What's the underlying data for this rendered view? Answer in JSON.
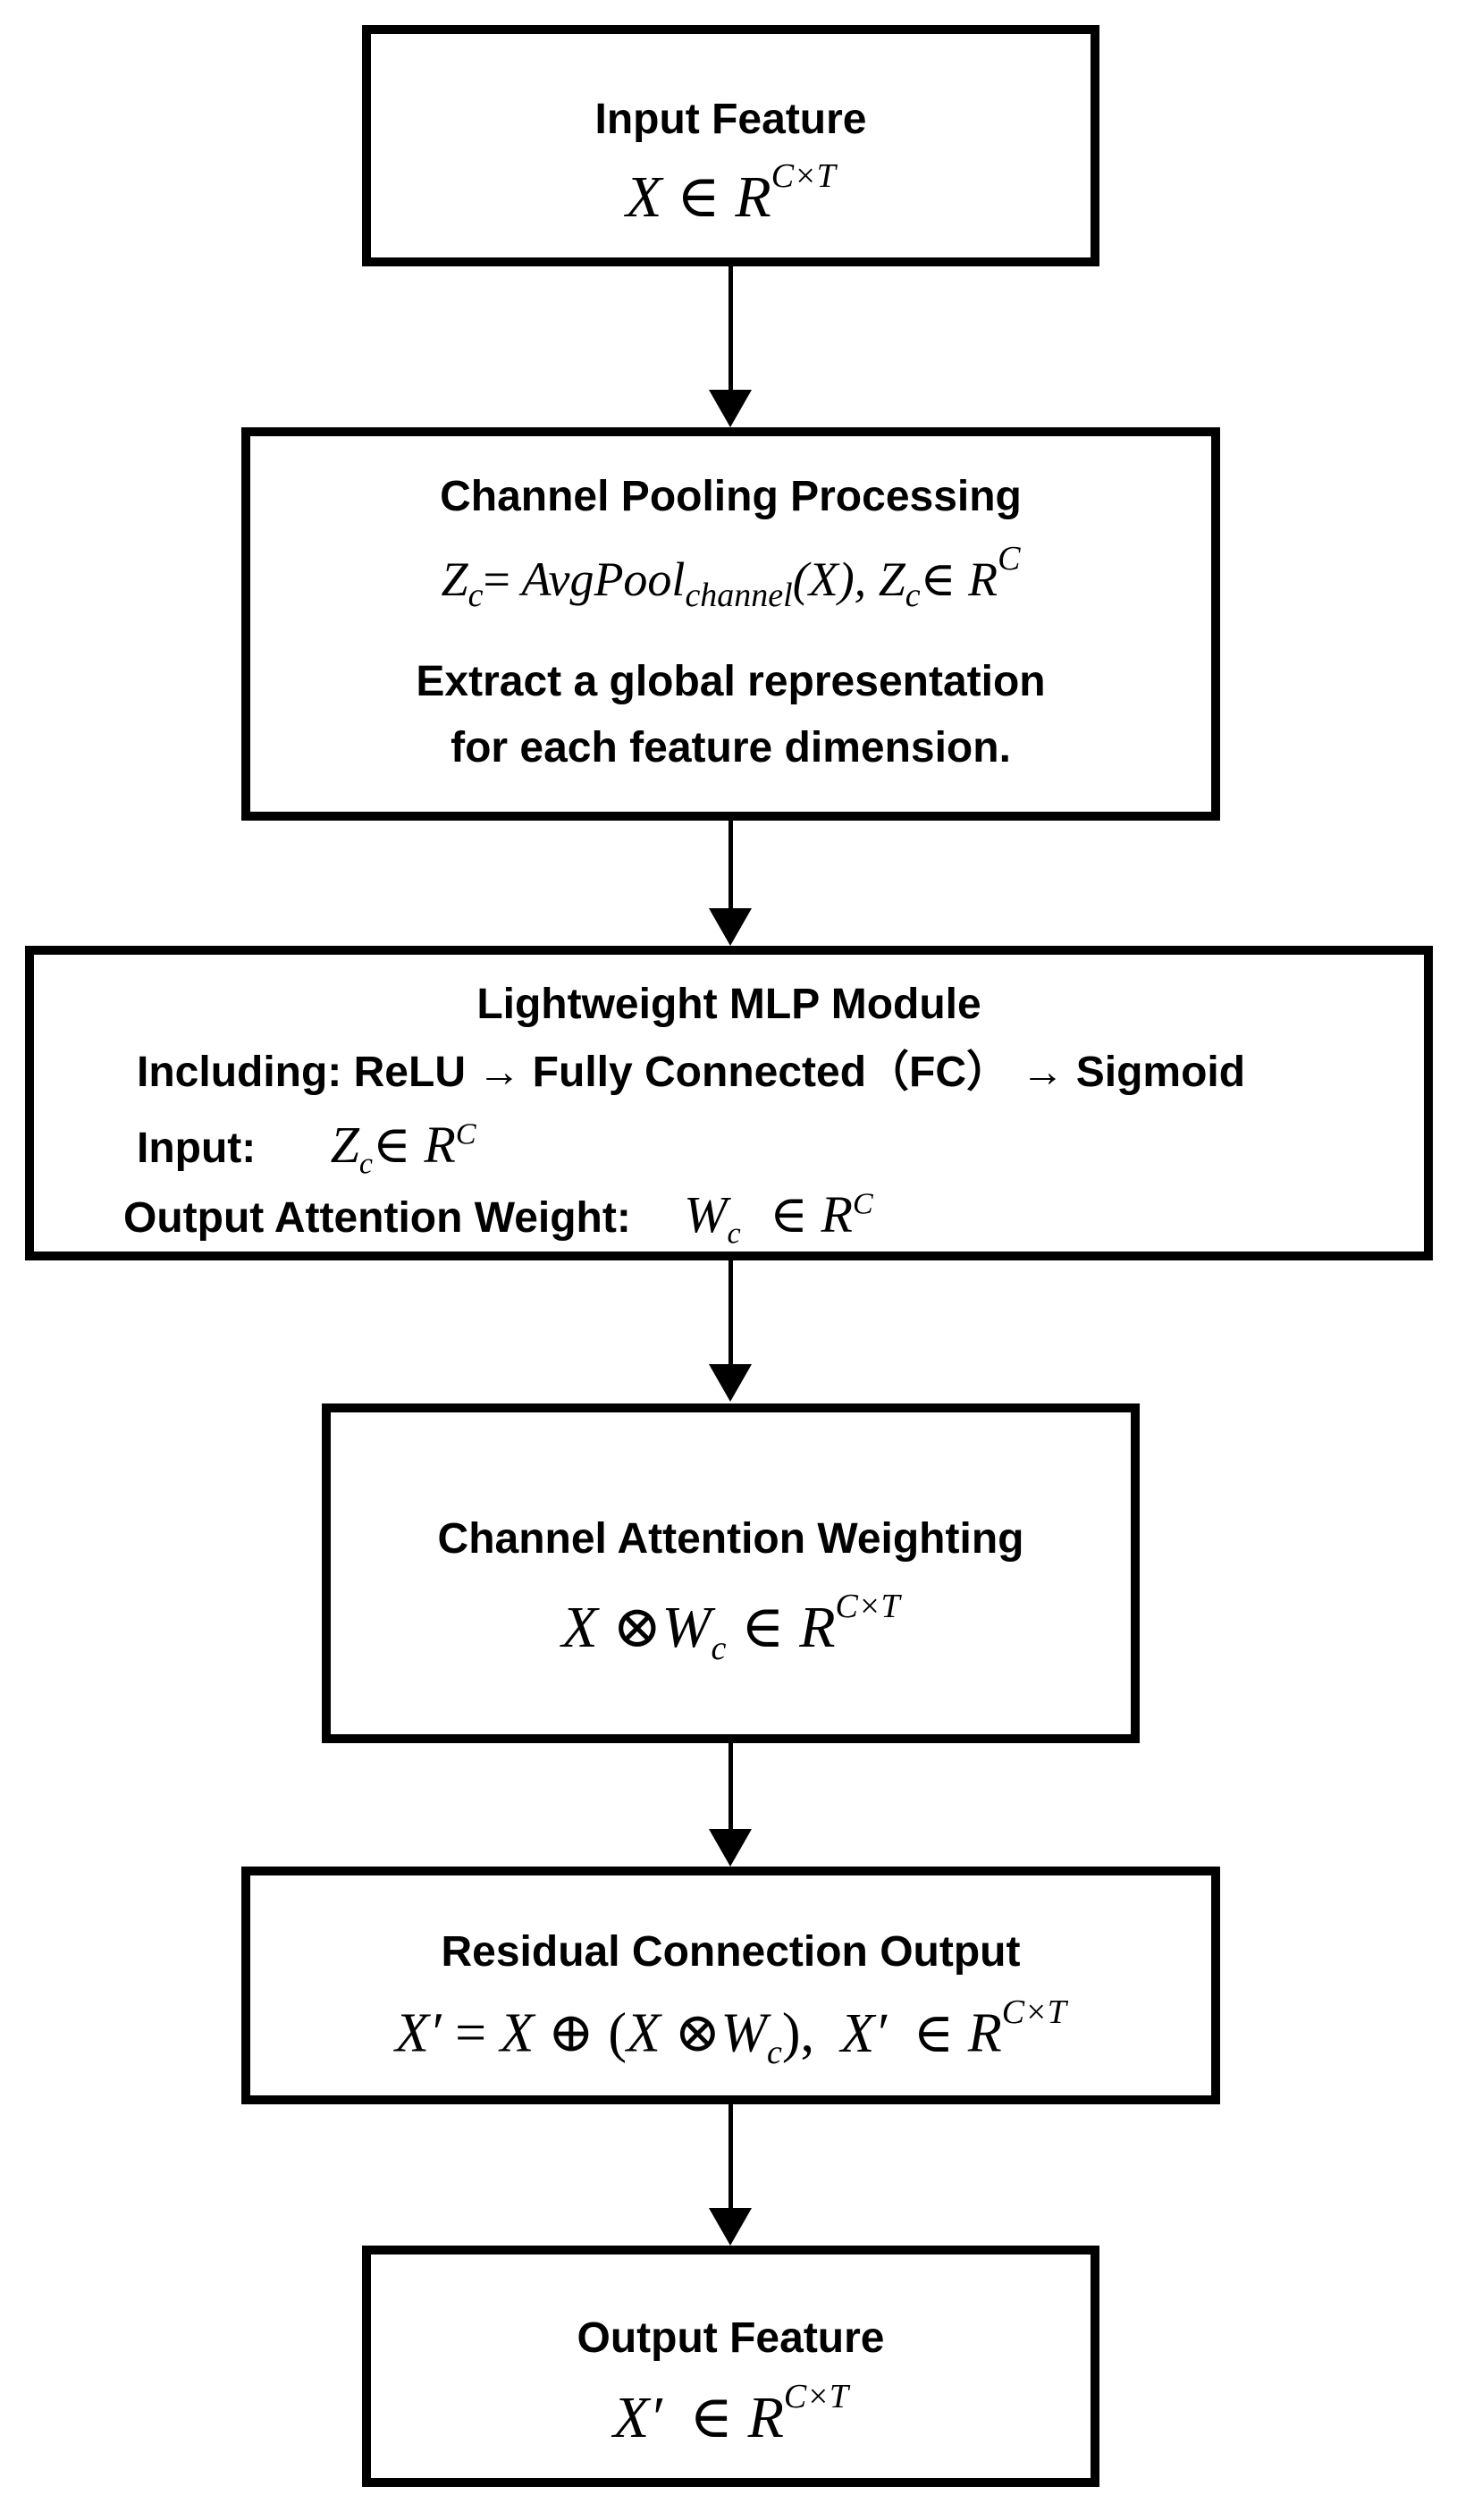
{
  "nodes": {
    "input": {
      "title": "Input Feature",
      "formula": {
        "var": "X",
        "rel": "∈",
        "set": "R",
        "sup": "C×T"
      }
    },
    "pooling": {
      "title": "Channel Pooling Processing",
      "formula": {
        "lhs": "Z",
        "lhs_sub": "c",
        "eq": "=",
        "fn": "AvgPool",
        "fn_sub": "channel",
        "arg": "(X),",
        "var": "Z",
        "var_sub": "c",
        "rel": "∈",
        "set": "R",
        "sup": "C"
      },
      "description": "Extract a global representation for each feature dimension."
    },
    "mlp": {
      "title": "Lightweight MLP Module",
      "including_label": "Including:",
      "steps": [
        "ReLU",
        "Fully Connected（FC）",
        "Sigmoid"
      ],
      "step_arrow": "→",
      "input_label": "Input:",
      "input_formula": {
        "var": "Z",
        "var_sub": "c",
        "rel": "∈",
        "set": "R",
        "sup": "C"
      },
      "output_label": "Output Attention Weight:",
      "output_formula": {
        "var": "W",
        "var_sub": "c",
        "rel": "∈",
        "set": "R",
        "sup": "C"
      }
    },
    "weighting": {
      "title": "Channel Attention Weighting",
      "formula": {
        "lhs": "X",
        "op": "⊗",
        "var": "W",
        "var_sub": "c",
        "rel": "∈",
        "set": "R",
        "sup": "C×T"
      }
    },
    "residual": {
      "title": "Residual Connection Output",
      "formula": {
        "lhs": "X′",
        "eq": "=",
        "x": "X",
        "oplus": "⊕",
        "paren_open": "(",
        "x2": "X",
        "otimes": "⊗",
        "w": "W",
        "w_sub": "c",
        "paren_close": "),",
        "lhs2": "X′",
        "rel": "∈",
        "set": "R",
        "sup": "C×T"
      }
    },
    "output": {
      "title": "Output Feature",
      "formula": {
        "var": "X′",
        "rel": "∈",
        "set": "R",
        "sup": "C×T"
      }
    }
  },
  "colors": {
    "border": "#000000",
    "background": "#ffffff",
    "text": "#000000"
  }
}
